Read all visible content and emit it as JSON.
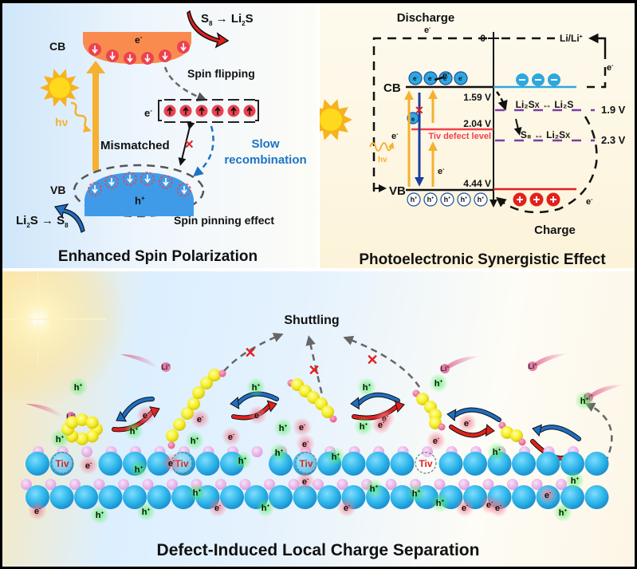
{
  "panel_spin": {
    "title": "Enhanced Spin Polarization",
    "cb_label": "CB",
    "vb_label": "VB",
    "cb_charge": "e",
    "cb_charge_sup": "-",
    "vb_charge": "h",
    "vb_charge_sup": "+",
    "reaction_top": {
      "a": "S",
      "a_sub": "8",
      "arrow": "→",
      "b": "Li",
      "b_sub": "2",
      "b2": "S"
    },
    "reaction_bottom": {
      "a": "Li",
      "a_sub": "2",
      "a2": "S",
      "arrow": "→",
      "b": "S",
      "b_sub": "8"
    },
    "hv": "hν",
    "spin_flipping": "Spin flipping",
    "flipped_e": "e",
    "flipped_e_sup": "-",
    "mismatched": "Mismatched",
    "slow_recombination": [
      "Slow",
      "recombination"
    ],
    "spin_pinning": "Spin pinning effect",
    "cb_electron_count": 6,
    "vb_hole_count": 6,
    "flipped_electron_count": 6
  },
  "panel_photo": {
    "title": "Photoelectronic Synergistic Effect",
    "discharge": "Discharge",
    "charge": "Charge",
    "zero": "0",
    "li_ref": "Li/Li",
    "li_ref_sup": "+",
    "cb_label": "CB",
    "vb_label": "VB",
    "cb_potential": "1.59 V",
    "defect_potential": "2.04 V",
    "vb_potential": "4.44 V",
    "defect_label": "Tiv defect level",
    "hv": "hv",
    "e": "e",
    "e_sup": "-",
    "h": "h",
    "h_sup": "+",
    "reaction_1": {
      "a": "Li₂S",
      "a_sub": "X",
      "arrow": "↔",
      "b": "Li₂S"
    },
    "reaction_2": {
      "a": "S₈",
      "arrow": "↔",
      "b": "Li₂S",
      "b_sub": "X"
    },
    "potential_1": "1.9 V",
    "potential_2": "2.3 V",
    "cb_electron_count": 4,
    "vb_hole_count": 5,
    "cathode_minus_count": 3,
    "cathode_plus_count": 3
  },
  "panel_defect": {
    "title": "Defect-Induced Local Charge Separation",
    "shuttling": "Shuttling",
    "li": "Li",
    "li_sup": "+",
    "h": "h",
    "h_sup": "+",
    "e": "e",
    "e_sup": "-",
    "tiv": "Tiv"
  },
  "colors": {
    "cb_band": "#f98b4e",
    "vb_band": "#3f9be8",
    "electron": "#ec4250",
    "hole_ring": "#e8464f",
    "sun": "#f6b31c",
    "excite_arrow": "#f5b12f",
    "blue_arrow": "#1e6fc4",
    "red_arrow": "#e3201d",
    "defect_line": "#f2404b",
    "purple_dash": "#7a3fa5",
    "cathode_blue": "#2ea7e0",
    "ti_atom": "#2fb7ea",
    "o_atom": "#ecb3ec",
    "sulfur": "#f5ee2a",
    "li_pink": "#e86d9d",
    "text_blue": "#1b73c4"
  }
}
